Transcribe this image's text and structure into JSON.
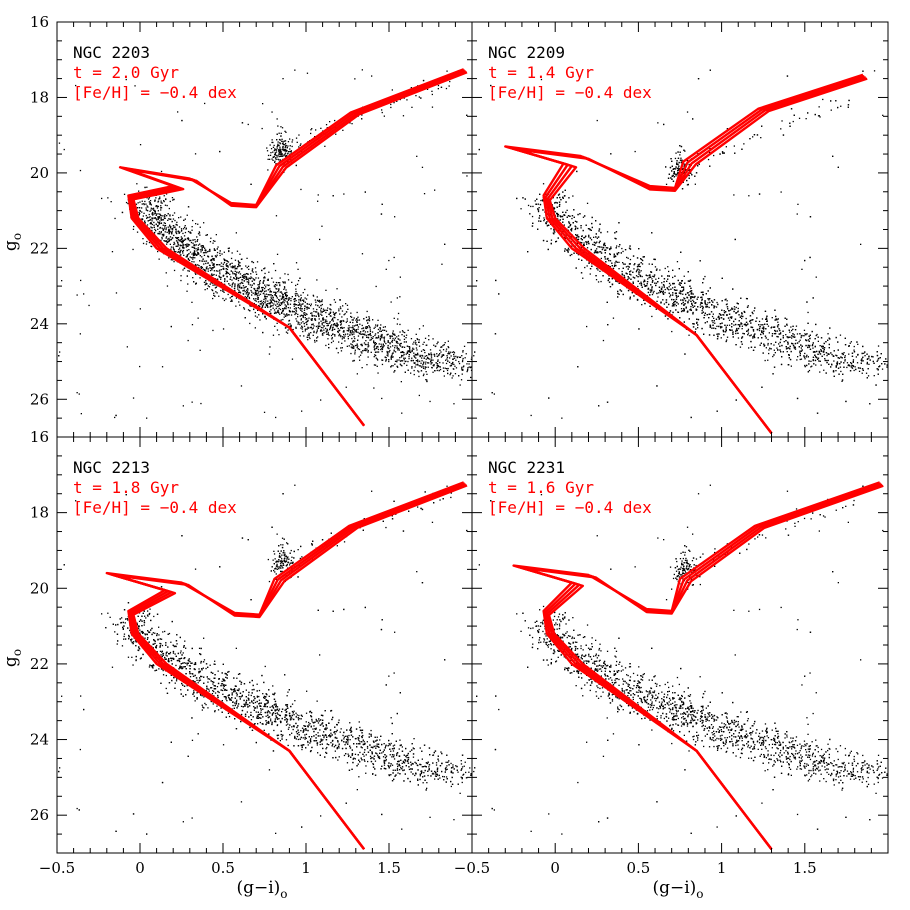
{
  "chart_data": {
    "type": "scatter",
    "layout": "2x2 panels, shared axes",
    "xlabel": "(g−i)",
    "xlabel_subscript": "o",
    "ylabel": "g",
    "ylabel_subscript": "o",
    "xlim": [
      -0.5,
      2.0
    ],
    "top_ylim": [
      27.0,
      16.0
    ],
    "bottom_ylim": [
      27.0,
      16.0
    ],
    "y_inverted": true,
    "x_ticks": [
      -0.5,
      0,
      0.5,
      1,
      1.5
    ],
    "x_tick_labels": [
      "−0.5",
      "0",
      "0.5",
      "1",
      "1.5"
    ],
    "y_ticks_top": [
      16,
      18,
      20,
      22,
      24,
      26
    ],
    "y_ticks_bottom": [
      16,
      18,
      20,
      22,
      24,
      26
    ],
    "grid": false,
    "colors": {
      "stars": "#000000",
      "isochrone": "#ff0000",
      "annotation": "#ff0000"
    },
    "panels": [
      {
        "name": "NGC 2203",
        "age_label": "t = 2.0 Gyr",
        "feh_label": "[Fe/H] = −0.4 dex",
        "age_gyr": 2.0,
        "feh_dex": -0.4,
        "position": "top-left",
        "iso": {
          "turnoff": [
            -0.12,
            19.85
          ],
          "to_knee": [
            0.05,
            20.0
          ],
          "sgb_color": 0.7,
          "sgb_mag": 20.85,
          "rc": [
            0.87,
            19.4
          ],
          "rgb_end": [
            1.95,
            17.25
          ],
          "ms_end": [
            1.35,
            26.7
          ],
          "n_tracks": 4,
          "spread": 0.2
        },
        "stars": {
          "ms_top": [
            0.05,
            20.6
          ],
          "ms_bottom": [
            1.9,
            25.2
          ],
          "rc": [
            0.85,
            19.4
          ],
          "n": 3200
        }
      },
      {
        "name": "NGC 2209",
        "age_label": "t = 1.4 Gyr",
        "feh_label": "[Fe/H] = −0.4 dex",
        "age_gyr": 1.4,
        "feh_dex": -0.4,
        "position": "top-right",
        "iso": {
          "turnoff": [
            -0.3,
            19.3
          ],
          "to_knee": [
            -0.1,
            19.4
          ],
          "sgb_color": 0.72,
          "sgb_mag": 20.4,
          "rc": [
            0.82,
            19.3
          ],
          "rgb_end": [
            1.85,
            17.4
          ],
          "ms_end": [
            1.3,
            26.9
          ],
          "n_tracks": 4,
          "spread": 0.25
        },
        "stars": {
          "ms_top": [
            -0.05,
            20.5
          ],
          "ms_bottom": [
            1.9,
            25.2
          ],
          "rc": [
            0.75,
            19.9
          ],
          "n": 3000
        }
      },
      {
        "name": "NGC 2213",
        "age_label": "t = 1.8 Gyr",
        "feh_label": "[Fe/H] = −0.4 dex",
        "age_gyr": 1.8,
        "feh_dex": -0.4,
        "position": "bottom-left",
        "iso": {
          "turnoff": [
            -0.2,
            19.6
          ],
          "to_knee": [
            0.0,
            19.7
          ],
          "sgb_color": 0.72,
          "sgb_mag": 20.7,
          "rc": [
            0.86,
            19.35
          ],
          "rgb_end": [
            1.95,
            17.2
          ],
          "ms_end": [
            1.35,
            26.9
          ],
          "n_tracks": 4,
          "spread": 0.2
        },
        "stars": {
          "ms_top": [
            -0.05,
            20.6
          ],
          "ms_bottom": [
            1.9,
            25.0
          ],
          "rc": [
            0.86,
            19.3
          ],
          "n": 2800
        }
      },
      {
        "name": "NGC 2231",
        "age_label": "t = 1.6 Gyr",
        "feh_label": "[Fe/H] = −0.4 dex",
        "age_gyr": 1.6,
        "feh_dex": -0.4,
        "position": "bottom-right",
        "iso": {
          "turnoff": [
            -0.25,
            19.4
          ],
          "to_knee": [
            -0.05,
            19.5
          ],
          "sgb_color": 0.7,
          "sgb_mag": 20.6,
          "rc": [
            0.8,
            19.35
          ],
          "rgb_end": [
            1.95,
            17.2
          ],
          "ms_end": [
            1.3,
            26.9
          ],
          "n_tracks": 4,
          "spread": 0.22
        },
        "stars": {
          "ms_top": [
            -0.05,
            20.7
          ],
          "ms_bottom": [
            1.9,
            25.0
          ],
          "rc": [
            0.78,
            19.5
          ],
          "n": 2400
        }
      }
    ]
  }
}
